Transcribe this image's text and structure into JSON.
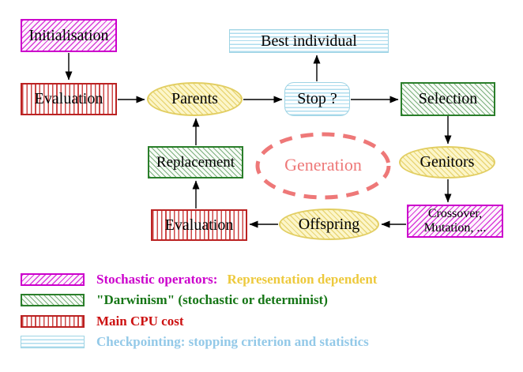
{
  "diagram": {
    "nodes": {
      "initialisation": {
        "label": "Initialisation"
      },
      "evaluation_top": {
        "label": "Evaluation"
      },
      "parents": {
        "label": "Parents"
      },
      "stop": {
        "label": "Stop ?"
      },
      "best_individual": {
        "label": "Best individual"
      },
      "selection": {
        "label": "Selection"
      },
      "genitors": {
        "label": "Genitors"
      },
      "replacement": {
        "label": "Replacement"
      },
      "crossover_mutation": {
        "line1": "Crossover,",
        "line2": "Mutation, ..."
      },
      "offspring": {
        "label": "Offspring"
      },
      "evaluation_bottom": {
        "label": "Evaluation"
      },
      "generation": {
        "label": "Generation"
      }
    },
    "arrows": [
      "initialisation-to-evaluation",
      "evaluation-to-parents",
      "parents-to-stop",
      "stop-to-best-individual",
      "stop-to-selection",
      "selection-to-genitors",
      "genitors-to-crossover",
      "crossover-to-offspring",
      "offspring-to-evaluation",
      "evaluation-to-replacement",
      "replacement-to-parents"
    ]
  },
  "legend": [
    {
      "swatch": "magenta-diagonal-hatch",
      "parts": [
        {
          "text": "Stochastic operators:",
          "color": "#cc00cc"
        },
        {
          "text": "Representation dependent",
          "color": "#edc93c"
        }
      ]
    },
    {
      "swatch": "green-diagonal-hatch",
      "parts": [
        {
          "text": "\"Darwinism\" (stochastic or determinist)",
          "color": "#157515"
        }
      ]
    },
    {
      "swatch": "red-vertical-stripes",
      "parts": [
        {
          "text": "Main CPU cost",
          "color": "#cc1111"
        }
      ]
    },
    {
      "swatch": "cyan-horizontal-stripes",
      "parts": [
        {
          "text": "Checkpointing: stopping criterion and statistics",
          "color": "#93c9e8"
        }
      ]
    }
  ],
  "colors": {
    "magenta": "#cc00cc",
    "green": "#2a7e2a",
    "red": "#bb2222",
    "cyan_border": "#9fd4e4",
    "yellow_border": "#e2ce62",
    "yellow_fill": "#fcf6ca",
    "salmon_dashed": "#ee7878",
    "node_text": "#000000",
    "background": "#ffffff"
  }
}
